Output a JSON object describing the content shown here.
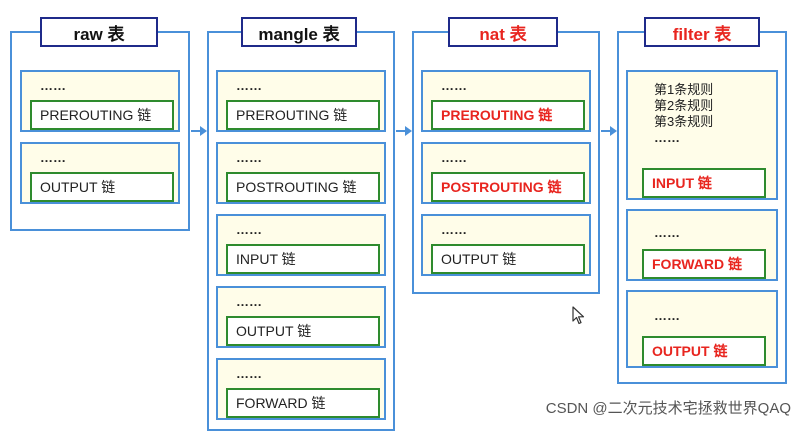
{
  "tables": {
    "raw": {
      "title": "raw 表",
      "chains": [
        {
          "dots": "……",
          "label": "PREROUTING 链"
        },
        {
          "dots": "……",
          "label": "OUTPUT 链"
        }
      ]
    },
    "mangle": {
      "title": "mangle 表",
      "chains": [
        {
          "dots": "……",
          "label": "PREROUTING 链"
        },
        {
          "dots": "……",
          "label": "POSTROUTING 链"
        },
        {
          "dots": "……",
          "label": "INPUT 链"
        },
        {
          "dots": "……",
          "label": "OUTPUT 链"
        },
        {
          "dots": "……",
          "label": "FORWARD 链"
        }
      ]
    },
    "nat": {
      "title": "nat 表",
      "chains": [
        {
          "dots": "……",
          "label": "PREROUTING 链"
        },
        {
          "dots": "……",
          "label": "POSTROUTING 链"
        },
        {
          "dots": "……",
          "label": "OUTPUT 链"
        }
      ]
    },
    "filter": {
      "title": "filter 表",
      "rules": [
        "第1条规则",
        "第2条规则",
        "第3条规则",
        "……"
      ],
      "chains": [
        {
          "dots": "",
          "label": "INPUT 链"
        },
        {
          "dots": "……",
          "label": "FORWARD 链"
        },
        {
          "dots": "……",
          "label": "OUTPUT 链"
        }
      ]
    }
  },
  "colors": {
    "frame_blue": "#4a90d9",
    "title_border": "#1f2a8a",
    "chain_green": "#2e8b2e",
    "highlight_red": "#e8251f",
    "card_fill": "#fffde9"
  },
  "watermark": "CSDN @二次元技术宅拯救世界QAQ"
}
